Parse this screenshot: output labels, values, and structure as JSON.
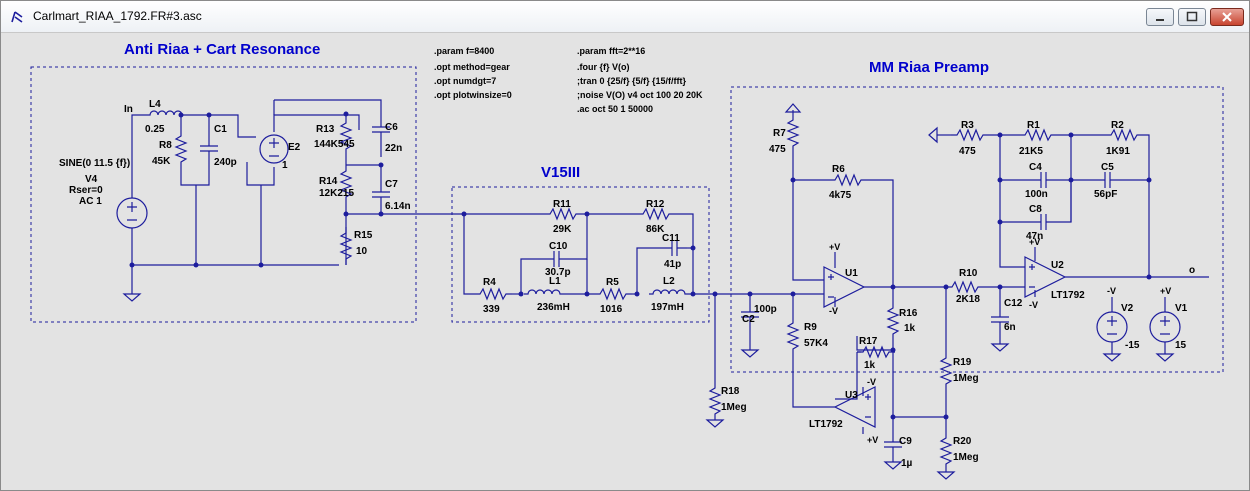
{
  "window": {
    "title": "Carlmart_RIAA_1792.FR#3.asc",
    "icon": "ltspice-schematic-icon",
    "controls": [
      "minimize",
      "maximize",
      "close"
    ]
  },
  "colors": {
    "wire": "#1d1d9d",
    "title": "#0000cc",
    "background": "#e3e3e3"
  },
  "titles": {
    "anti_riaa": "Anti Riaa + Cart Resonance",
    "v15": "V15III",
    "mm": "MM Riaa Preamp"
  },
  "directives": [
    ".param f=8400",
    ".opt method=gear",
    ".opt numdgt=7",
    ".opt plotwinsize=0",
    ".param fft=2**16",
    ".four {f} V(o)",
    ";tran 0 {25/f} {5/f} {15/f/fft}",
    ";noise V(O) v4 oct 100 20 20K",
    ".ac oct 50 1 50000"
  ],
  "sources": {
    "v4": [
      "SINE(0 11.5 {f})",
      "V4",
      "Rser=0",
      "AC 1"
    ],
    "v2": [
      "V2",
      "-15"
    ],
    "v1": [
      "V1",
      "15"
    ]
  },
  "nets": {
    "in": "In",
    "out": "o",
    "vplus": "+V",
    "vminus": "-V"
  },
  "components": {
    "L4": [
      "L4",
      "0.25"
    ],
    "R8": [
      "R8",
      "45K"
    ],
    "C1": [
      "C1",
      "240p"
    ],
    "E2": [
      "E2",
      "1"
    ],
    "R13": [
      "R13",
      "144K545"
    ],
    "C6": [
      "C6",
      "22n"
    ],
    "R14": [
      "R14",
      "12K215"
    ],
    "C7": [
      "C7",
      "6.14n"
    ],
    "R15": [
      "R15",
      "10"
    ],
    "R11": [
      "R11",
      "29K"
    ],
    "R12": [
      "R12",
      "86K"
    ],
    "C10": [
      "C10",
      "30.7p"
    ],
    "C11": [
      "C11",
      "41p"
    ],
    "R4": [
      "R4",
      "339"
    ],
    "L1": [
      "L1",
      "236mH"
    ],
    "R5": [
      "R5",
      "1016"
    ],
    "L2": [
      "L2",
      "197mH"
    ],
    "C2": [
      "C2",
      "100p"
    ],
    "R18": [
      "R18",
      "1Meg"
    ],
    "R7": [
      "R7",
      "475"
    ],
    "R6": [
      "R6",
      "4k75"
    ],
    "U1": [
      "U1"
    ],
    "R9": [
      "R9",
      "57K4"
    ],
    "R16": [
      "R16",
      "1k"
    ],
    "R17": [
      "R17",
      "1k"
    ],
    "U3": [
      "U3",
      "LT1792"
    ],
    "C9": [
      "C9",
      "1µ"
    ],
    "R10": [
      "R10",
      "2K18"
    ],
    "C12": [
      "C12",
      "6n"
    ],
    "R19": [
      "R19",
      "1Meg"
    ],
    "R20": [
      "R20",
      "1Meg"
    ],
    "R3": [
      "R3",
      "475"
    ],
    "R1": [
      "R1",
      "21K5"
    ],
    "R2": [
      "R2",
      "1K91"
    ],
    "C4": [
      "C4",
      "100n"
    ],
    "C5": [
      "C5",
      "56pF"
    ],
    "C8": [
      "C8",
      "47n"
    ],
    "U2": [
      "U2",
      "LT1792"
    ]
  }
}
